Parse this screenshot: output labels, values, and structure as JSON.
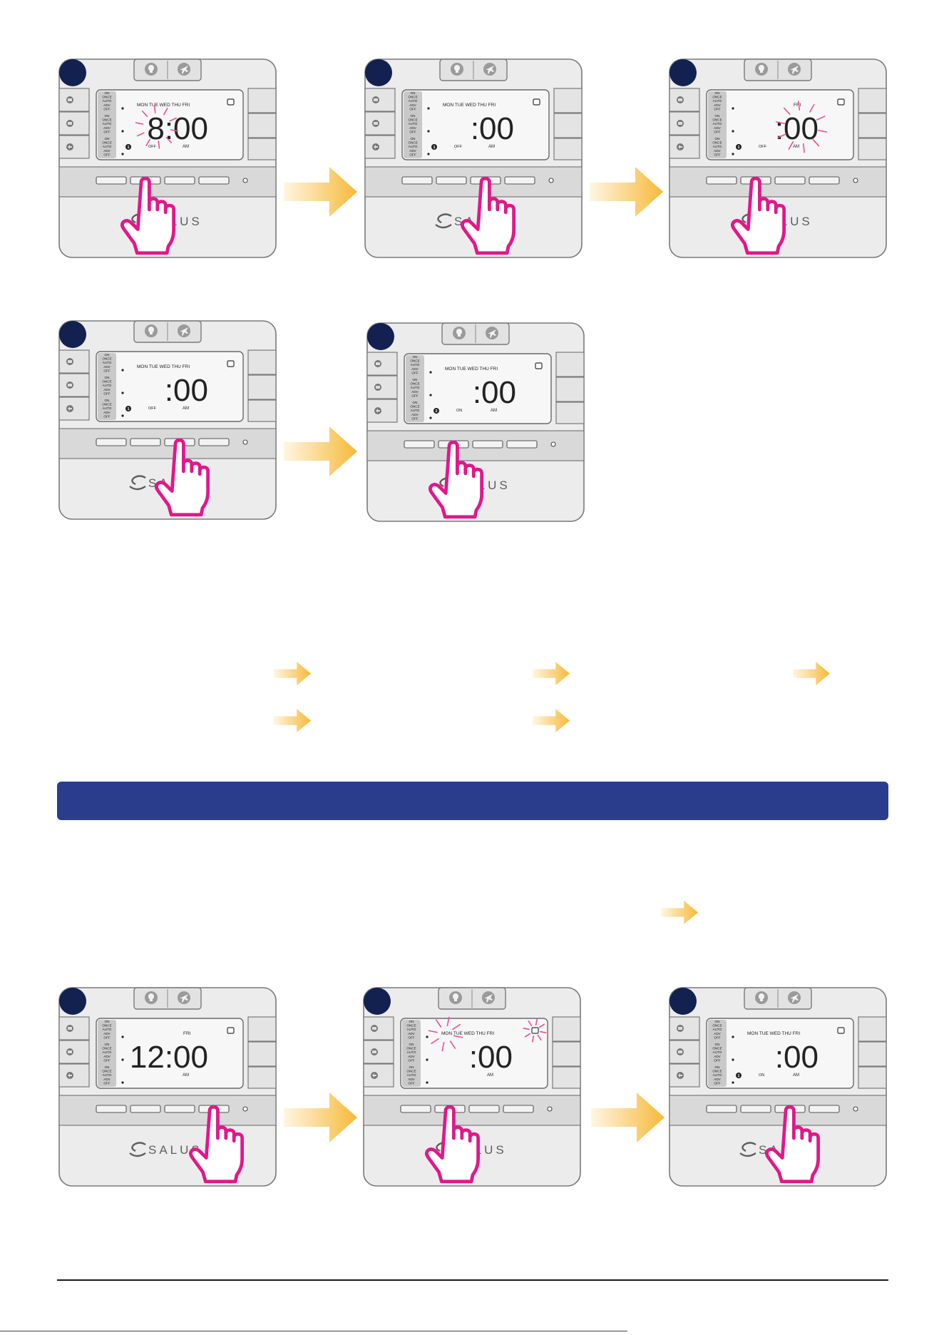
{
  "colors": {
    "section_bar": "#2a3d8c",
    "step_badge": "#12214f",
    "hand": "#e2178a",
    "flash": "#ef4d93",
    "arrow": "#f6b93a"
  },
  "device": {
    "brand": "SALUS",
    "mode_labels": [
      "ON",
      "ONCE",
      "AUTO",
      "ADV",
      "OFF"
    ],
    "am": "AM",
    "icons": [
      "bulb-icon",
      "plane-icon",
      "prog-icon",
      "boost-icon",
      "back-icon",
      "light-icon"
    ]
  },
  "panels": [
    {
      "days": "MON TUE WED THU FRI",
      "time": "8:00",
      "channel": "1",
      "state": "OFF",
      "flash": "hours",
      "press": "button-2"
    },
    {
      "days": "MON TUE WED THU FRI",
      "time": ":00",
      "channel": "1",
      "state": "OFF",
      "flash": "none",
      "press": "button-3"
    },
    {
      "days": "FRI",
      "time": ":00",
      "channel": "1",
      "state": "OFF",
      "flash": "minutes",
      "press": "button-2"
    },
    {
      "days": "MON TUE WED THU FRI",
      "time": ":00",
      "channel": "1",
      "state": "OFF",
      "flash": "none",
      "press": "button-3"
    },
    {
      "days": "MON TUE WED THU FRI",
      "time": ":00",
      "channel": "2",
      "state": "ON",
      "flash": "none",
      "press": "button-2"
    },
    {
      "days": "FRI",
      "time": "12:00",
      "channel": "",
      "state": "",
      "flash": "none",
      "press": "button-4"
    },
    {
      "days": "MON TUE WED THU FRI",
      "time": ":00",
      "channel": "",
      "state": "",
      "flash": "days",
      "press": "button-2"
    },
    {
      "days": "MON TUE WED THU FRI",
      "time": ":00",
      "channel": "1",
      "state": "ON",
      "flash": "none",
      "press": "button-3"
    }
  ]
}
